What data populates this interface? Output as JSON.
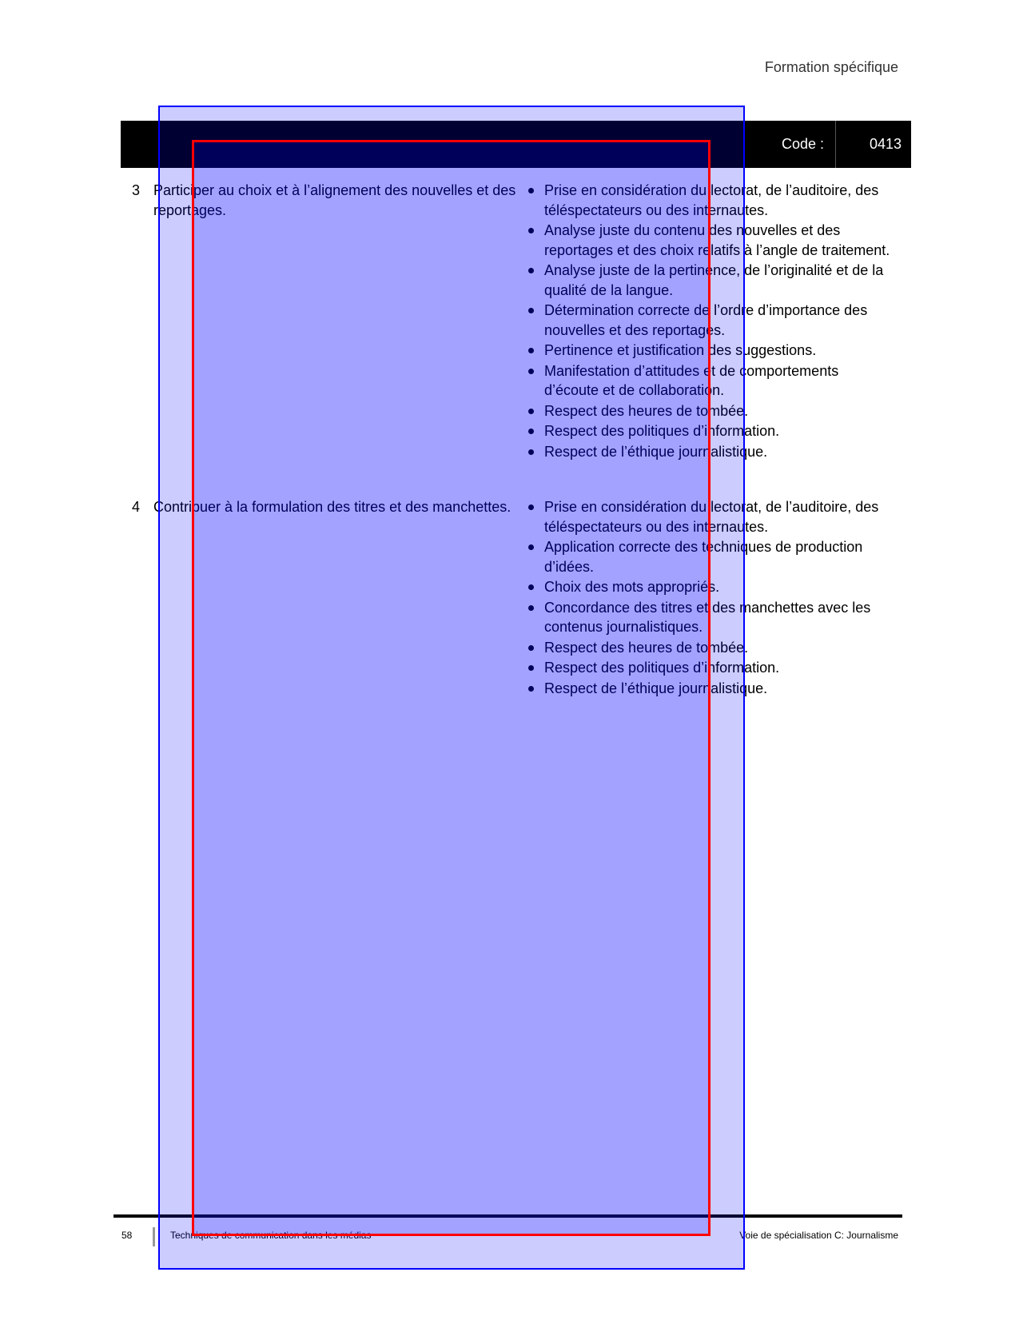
{
  "header": {
    "section": "Formation spécifique",
    "code_label": "Code :",
    "code_value": "0413"
  },
  "items": [
    {
      "number": "3",
      "title": "Participer au choix et à l’alignement des nouvelles et des reportages.",
      "criteria": [
        "Prise en considération du lectorat, de l’auditoire, des téléspectateurs ou des internautes.",
        "Analyse juste du contenu des nouvelles et des reportages et des choix relatifs à l’angle de traitement.",
        "Analyse juste de la pertinence, de l’originalité et de la qualité de la langue.",
        "Détermination correcte de l’ordre d’importance des nouvelles et des reportages.",
        "Pertinence et justification des suggestions.",
        "Manifestation d’attitudes et de comportements d’écoute et de collaboration.",
        "Respect des heures de tombée.",
        "Respect des politiques d’information.",
        "Respect de l’éthique journalistique."
      ]
    },
    {
      "number": "4",
      "title": "Contribuer à la formulation des titres et des manchettes.",
      "criteria": [
        "Prise en considération du lectorat, de l’auditoire, des téléspectateurs ou des internautes.",
        "Application correcte des techniques de production d’idées.",
        "Choix des mots appropriés.",
        "Concordance des titres et des manchettes avec les contenus journalistiques.",
        "Respect des heures de tombée.",
        "Respect des politiques d’information.",
        "Respect de l’éthique journalistique."
      ]
    }
  ],
  "footer": {
    "page": "58",
    "left": "Techniques de communication dans les médias",
    "right": "Voie de spécialisation C: Journalisme"
  }
}
